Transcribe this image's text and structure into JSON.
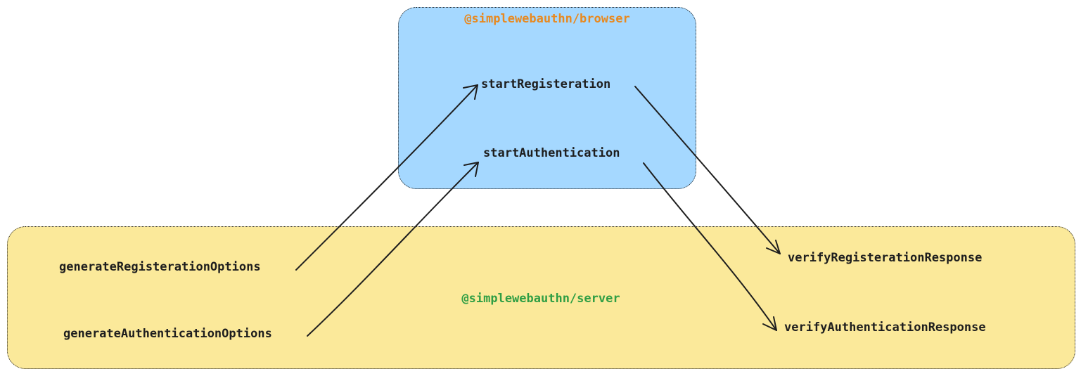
{
  "groups": {
    "browser": {
      "label": "@simplewebauthn/browser",
      "fill": "#a5d8ff",
      "label_color": "#e8891f"
    },
    "server": {
      "label": "@simplewebauthn/server",
      "fill": "#fbe99a",
      "label_color": "#2f9e44"
    }
  },
  "functions": {
    "start_registeration": "startRegisteration",
    "start_authentication": "startAuthentication",
    "generate_registeration_options": "generateRegisterationOptions",
    "generate_authentication_options": "generateAuthenticationOptions",
    "verify_registeration_response": "verifyRegisterationResponse",
    "verify_authentication_response": "verifyAuthenticationResponse"
  },
  "stroke_color": "#1e1e1e"
}
